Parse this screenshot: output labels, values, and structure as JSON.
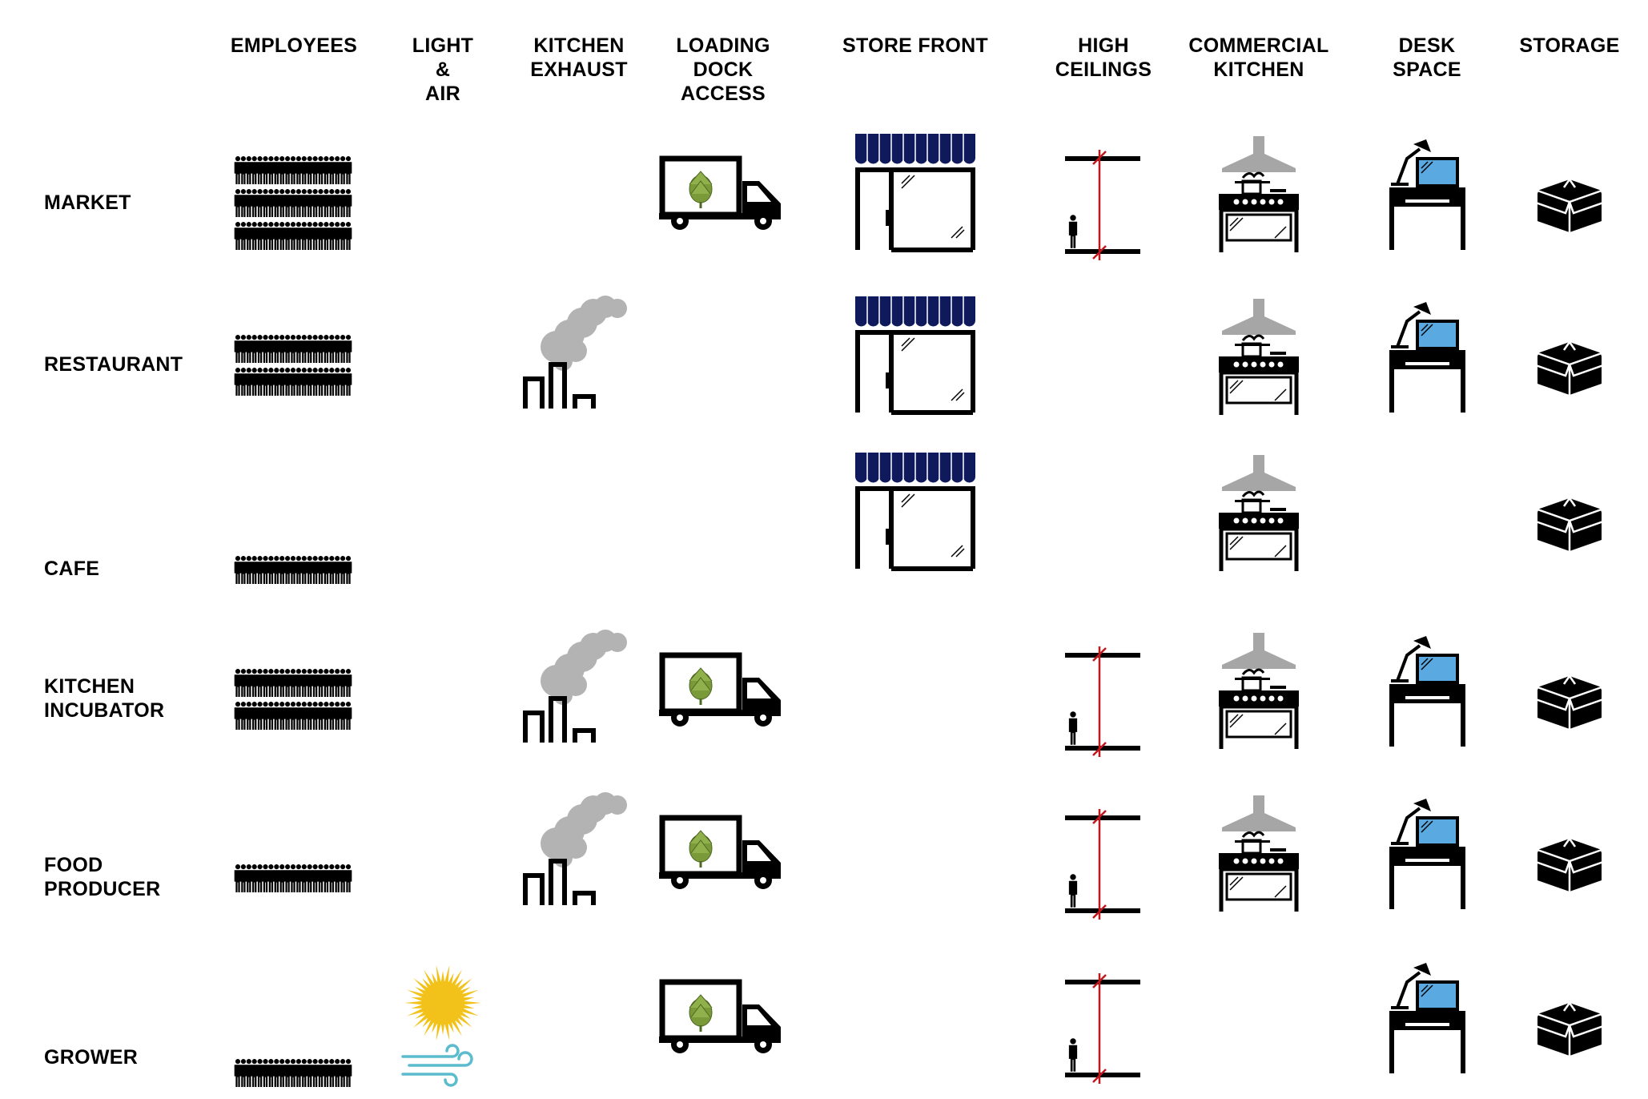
{
  "columns": [
    {
      "key": "employees",
      "label": "EMPLOYEES"
    },
    {
      "key": "light_air",
      "label": "LIGHT\n&\nAIR"
    },
    {
      "key": "kitchen_exhaust",
      "label": "KITCHEN\nEXHAUST"
    },
    {
      "key": "loading_dock",
      "label": "LOADING\nDOCK\nACCESS"
    },
    {
      "key": "store_front",
      "label": "STORE FRONT"
    },
    {
      "key": "high_ceilings",
      "label": "HIGH\nCEILINGS"
    },
    {
      "key": "commercial_kitchen",
      "label": "COMMERCIAL\nKITCHEN"
    },
    {
      "key": "desk_space",
      "label": "DESK\nSPACE"
    },
    {
      "key": "storage",
      "label": "STORAGE"
    }
  ],
  "rows": [
    {
      "label": "MARKET",
      "employees_rows": 3,
      "light_air": false,
      "kitchen_exhaust": false,
      "loading_dock": true,
      "store_front": true,
      "high_ceilings": true,
      "commercial_kitchen": true,
      "desk_space": true,
      "storage": true
    },
    {
      "label": "RESTAURANT",
      "employees_rows": 2,
      "light_air": false,
      "kitchen_exhaust": true,
      "loading_dock": false,
      "store_front": true,
      "high_ceilings": false,
      "commercial_kitchen": true,
      "desk_space": true,
      "storage": true
    },
    {
      "label": "CAFE",
      "employees_rows": 1,
      "light_air": false,
      "kitchen_exhaust": false,
      "loading_dock": false,
      "store_front": true,
      "high_ceilings": false,
      "commercial_kitchen": true,
      "desk_space": false,
      "storage": true
    },
    {
      "label": "KITCHEN\nINCUBATOR",
      "employees_rows": 2,
      "light_air": false,
      "kitchen_exhaust": true,
      "loading_dock": true,
      "store_front": false,
      "high_ceilings": true,
      "commercial_kitchen": true,
      "desk_space": true,
      "storage": true
    },
    {
      "label": "FOOD\nPRODUCER",
      "employees_rows": 1,
      "light_air": false,
      "kitchen_exhaust": true,
      "loading_dock": true,
      "store_front": false,
      "high_ceilings": true,
      "commercial_kitchen": true,
      "desk_space": true,
      "storage": true
    },
    {
      "label": "GROWER",
      "employees_rows": 1,
      "light_air": true,
      "kitchen_exhaust": false,
      "loading_dock": true,
      "store_front": false,
      "high_ceilings": true,
      "commercial_kitchen": false,
      "desk_space": true,
      "storage": true
    }
  ],
  "icons": {
    "employees": "people-crowd-icon",
    "light_air": "sun-and-wind-icon",
    "kitchen_exhaust": "smokestack-icon",
    "loading_dock": "delivery-truck-icon",
    "store_front": "storefront-awning-icon",
    "high_ceilings": "ceiling-height-icon",
    "commercial_kitchen": "stove-hood-icon",
    "desk_space": "desk-lamp-laptop-icon",
    "storage": "open-box-icon"
  },
  "colors": {
    "awning": "#0e1a5c",
    "smoke": "#b3b3b3",
    "hood": "#a6a6a6",
    "ceiling_line": "#c0171d",
    "sun": "#f2c21b",
    "wind": "#5bbccd",
    "laptop_screen": "#5aa9e0",
    "artichoke": "#7a9a3a"
  }
}
